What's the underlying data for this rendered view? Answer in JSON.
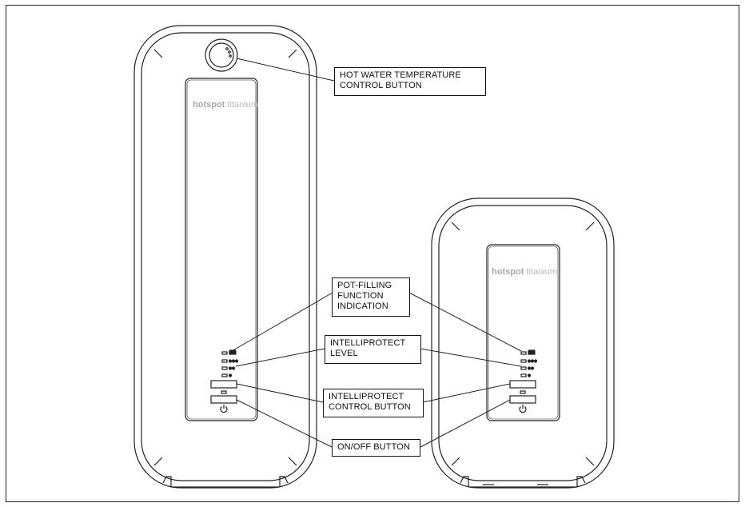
{
  "brand": {
    "bold": "hotspot",
    "light": "titanium"
  },
  "labels": {
    "temp_control": [
      "HOT WATER TEMPERATURE",
      "CONTROL BUTTON"
    ],
    "pot_filling": [
      "POT-FILLING",
      "FUNCTION",
      "INDICATION"
    ],
    "intelliprotect_level": [
      "INTELLIPROTECT",
      "LEVEL"
    ],
    "intelliprotect_button": [
      "INTELLIPROTECT",
      "CONTROL BUTTON"
    ],
    "onoff_button": [
      "ON/OFF BUTTON"
    ]
  },
  "icons": {
    "power": "power-icon",
    "pot": "pot-icon",
    "dial": "temperature-dial-icon"
  },
  "colors": {
    "line": "#222222",
    "brand_text": "#b0b0b0"
  }
}
